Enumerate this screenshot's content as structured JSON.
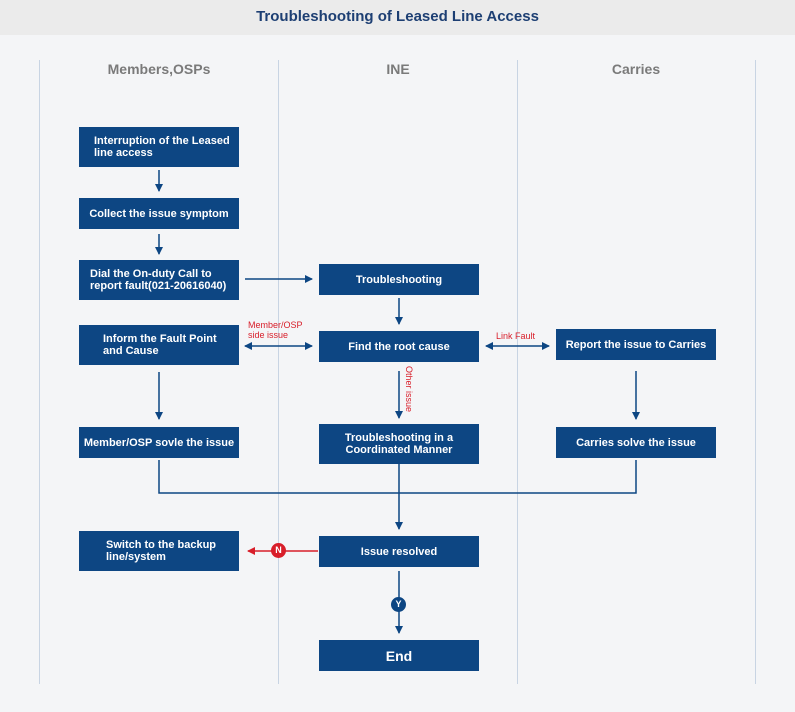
{
  "title": "Troubleshooting of Leased Line Access",
  "lanes": [
    "Members,OSPs",
    "INE",
    "Carries"
  ],
  "nodes": {
    "interruption": "Interruption of the Leased line access",
    "collect": "Collect the issue symptom",
    "dial": "Dial the On-duty Call to report fault(021-20616040)",
    "inform": "Inform the Fault Point and Cause",
    "member_solve": "Member/OSP sovle the issue",
    "switch_backup": "Switch to the backup line/system",
    "troubleshooting": "Troubleshooting",
    "find_root": "Find the root cause",
    "coordinated": "Troubleshooting in a Coordinated Manner",
    "resolved": "Issue resolved",
    "end": "End",
    "report_carries": "Report the issue to Carries",
    "carries_solve": "Carries solve the issue"
  },
  "edge_labels": {
    "member_osp": "Member/OSP side issue",
    "link_fault": "Link Fault",
    "other_issue": "Other issue",
    "no": "N",
    "yes": "Y"
  },
  "colors": {
    "box": "#0d4683",
    "arrow": "#0d4683",
    "negative": "#d81e2a",
    "lane_text": "#7a7a7a",
    "title": "#1d3f73"
  }
}
